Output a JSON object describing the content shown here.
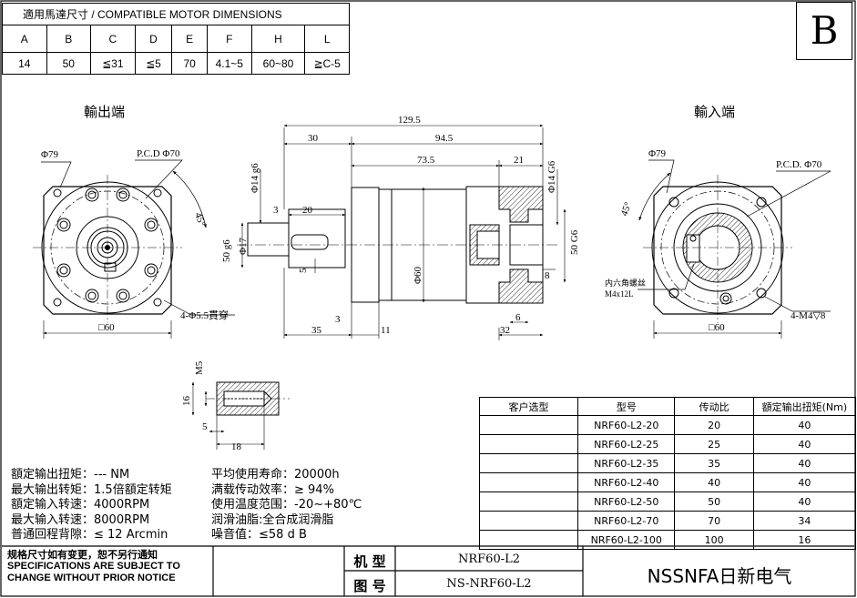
{
  "dimension_table": {
    "title": "適用馬達尺寸 / COMPATIBLE MOTOR DIMENSIONS",
    "headers": [
      "A",
      "B",
      "C",
      "D",
      "E",
      "F",
      "H",
      "L"
    ],
    "values": [
      "14",
      "50",
      "≦31",
      "≦5",
      "70",
      "4.1~5",
      "60~80",
      "≧C-5"
    ]
  },
  "sheet_letter": "B",
  "views": {
    "output_label": "輸出端",
    "input_label": "輸入端"
  },
  "dims_left": {
    "d79": "Φ79",
    "pcd": "P.C.D Φ70",
    "angle": "45°",
    "holes": "4-Φ5.5貫穿",
    "square": "□60"
  },
  "dims_center": {
    "overall": "129.5",
    "d30": "30",
    "d94": "94.5",
    "d73": "73.5",
    "d21": "21",
    "d14g6": "Φ14 g6",
    "d14G6": "Φ14 G6",
    "d50g6": "50 g6",
    "d50G6": "50 G6",
    "d17": "Φ17",
    "d60": "Φ60",
    "d3a": "3",
    "d20": "20",
    "d5": "5",
    "d8": "8",
    "d3b": "3",
    "d6": "6",
    "d35": "35",
    "d11": "11",
    "d32": "32"
  },
  "dims_right": {
    "d79": "Φ79",
    "pcd": "P.C.D. Φ70",
    "angle": "45°",
    "screw_label_1": "内六角螺丝",
    "screw_label_2": "M4x12L",
    "holes": "4-M4▽8",
    "square": "□60"
  },
  "dims_detail": {
    "m5": "M5",
    "d16": "16",
    "d5": "5",
    "d18": "18"
  },
  "ratio_table": {
    "headers": [
      "客户选型",
      "型号",
      "传动比",
      "額定输出扭矩(Nm)"
    ],
    "rows": [
      {
        "customer": "",
        "model": "NRF60-L2-20",
        "ratio": "20",
        "torque": "40"
      },
      {
        "customer": "",
        "model": "NRF60-L2-25",
        "ratio": "25",
        "torque": "40"
      },
      {
        "customer": "",
        "model": "NRF60-L2-35",
        "ratio": "35",
        "torque": "40"
      },
      {
        "customer": "",
        "model": "NRF60-L2-40",
        "ratio": "40",
        "torque": "40"
      },
      {
        "customer": "",
        "model": "NRF60-L2-50",
        "ratio": "50",
        "torque": "40"
      },
      {
        "customer": "",
        "model": "NRF60-L2-70",
        "ratio": "70",
        "torque": "34"
      },
      {
        "customer": "",
        "model": "NRF60-L2-100",
        "ratio": "100",
        "torque": "16"
      }
    ]
  },
  "specs_left": [
    {
      "label": "額定输出扭矩：",
      "value": "--- NM"
    },
    {
      "label": "最大输出转矩：",
      "value": "1.5倍額定转矩"
    },
    {
      "label": "額定输入转速：",
      "value": "4000RPM"
    },
    {
      "label": "最大输入转速：",
      "value": "8000RPM"
    },
    {
      "label": "普通回程背隙：",
      "value": "≤ 12 Arcmin"
    }
  ],
  "specs_right": [
    {
      "label": "平均使用寿命：",
      "value": "20000h"
    },
    {
      "label": "满载传动效率：",
      "value": "≥  94%"
    },
    {
      "label": "使用温度范围：",
      "value": "-20~+80℃"
    },
    {
      "label": "润滑油脂:",
      "value": "全合成润滑脂"
    },
    {
      "label": "噪音值",
      "value": "：≤58 d B"
    }
  ],
  "notice": {
    "cn": "规格尺寸如有变更，恕不另行通知",
    "en1": "SPECIFICATIONS ARE SUBJECT TO",
    "en2": "CHANGE WITHOUT PRIOR NOTICE"
  },
  "title_block": {
    "model_label": "机 型",
    "model_value": "NRF60-L2",
    "drawing_label": "图 号",
    "drawing_value": "NS-NRF60-L2",
    "company": "NSSNFA日新电气"
  }
}
